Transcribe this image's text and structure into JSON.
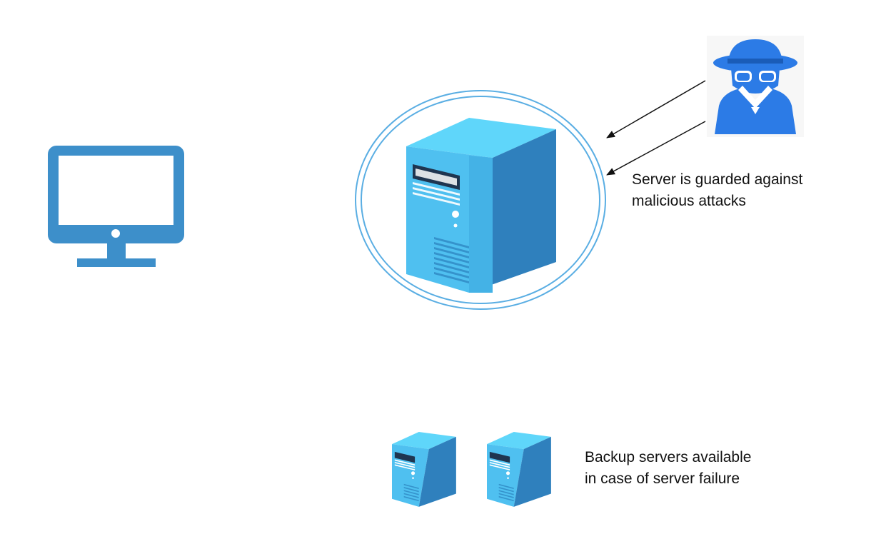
{
  "notes": {
    "guard": {
      "line1": "Server is guarded against",
      "line2": "malicious attacks"
    },
    "backup": {
      "line1": "Backup servers available",
      "line2": "in case of server failure"
    }
  },
  "icons": {
    "client": "desktop-monitor-icon",
    "main_server": "server-tower-icon",
    "attacker": "spy-hacker-icon",
    "backup_server": "server-tower-icon"
  },
  "colors": {
    "monitor": "#3d8fca",
    "server_front": "#4fc0f0",
    "server_top": "#5fd6fa",
    "server_side": "#2f80bd",
    "ring": "#5aaee3",
    "attacker": "#2c7be6",
    "arrow": "#111111"
  }
}
